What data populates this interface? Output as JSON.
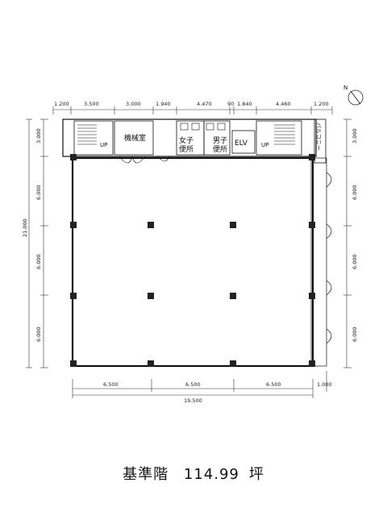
{
  "plan": {
    "top_dims": [
      "1.200",
      "3.500",
      "3.000",
      "1.940",
      "4.470",
      "90",
      "1.840",
      "4.460",
      "1.200"
    ],
    "left_dims": [
      "3.000",
      "6.000",
      "6.000",
      "6.000"
    ],
    "left_total": "21.000",
    "right_dims": [
      "3.000",
      "6.000",
      "6.000",
      "6.000"
    ],
    "bottom_dims": [
      "6.500",
      "6.500",
      "6.500"
    ],
    "bottom_total": "19.500",
    "bottom_right": "1.000",
    "rooms": {
      "machine": "機械室",
      "women_a": "女子",
      "women_b": "便所",
      "men_a": "男子",
      "men_b": "便所",
      "elv": "ELV",
      "balcony": "バルコニー",
      "up_left": "UP",
      "up_right": "UP"
    },
    "north": "N"
  },
  "caption": {
    "floor": "基準階",
    "area": "114.99",
    "unit": "坪"
  }
}
